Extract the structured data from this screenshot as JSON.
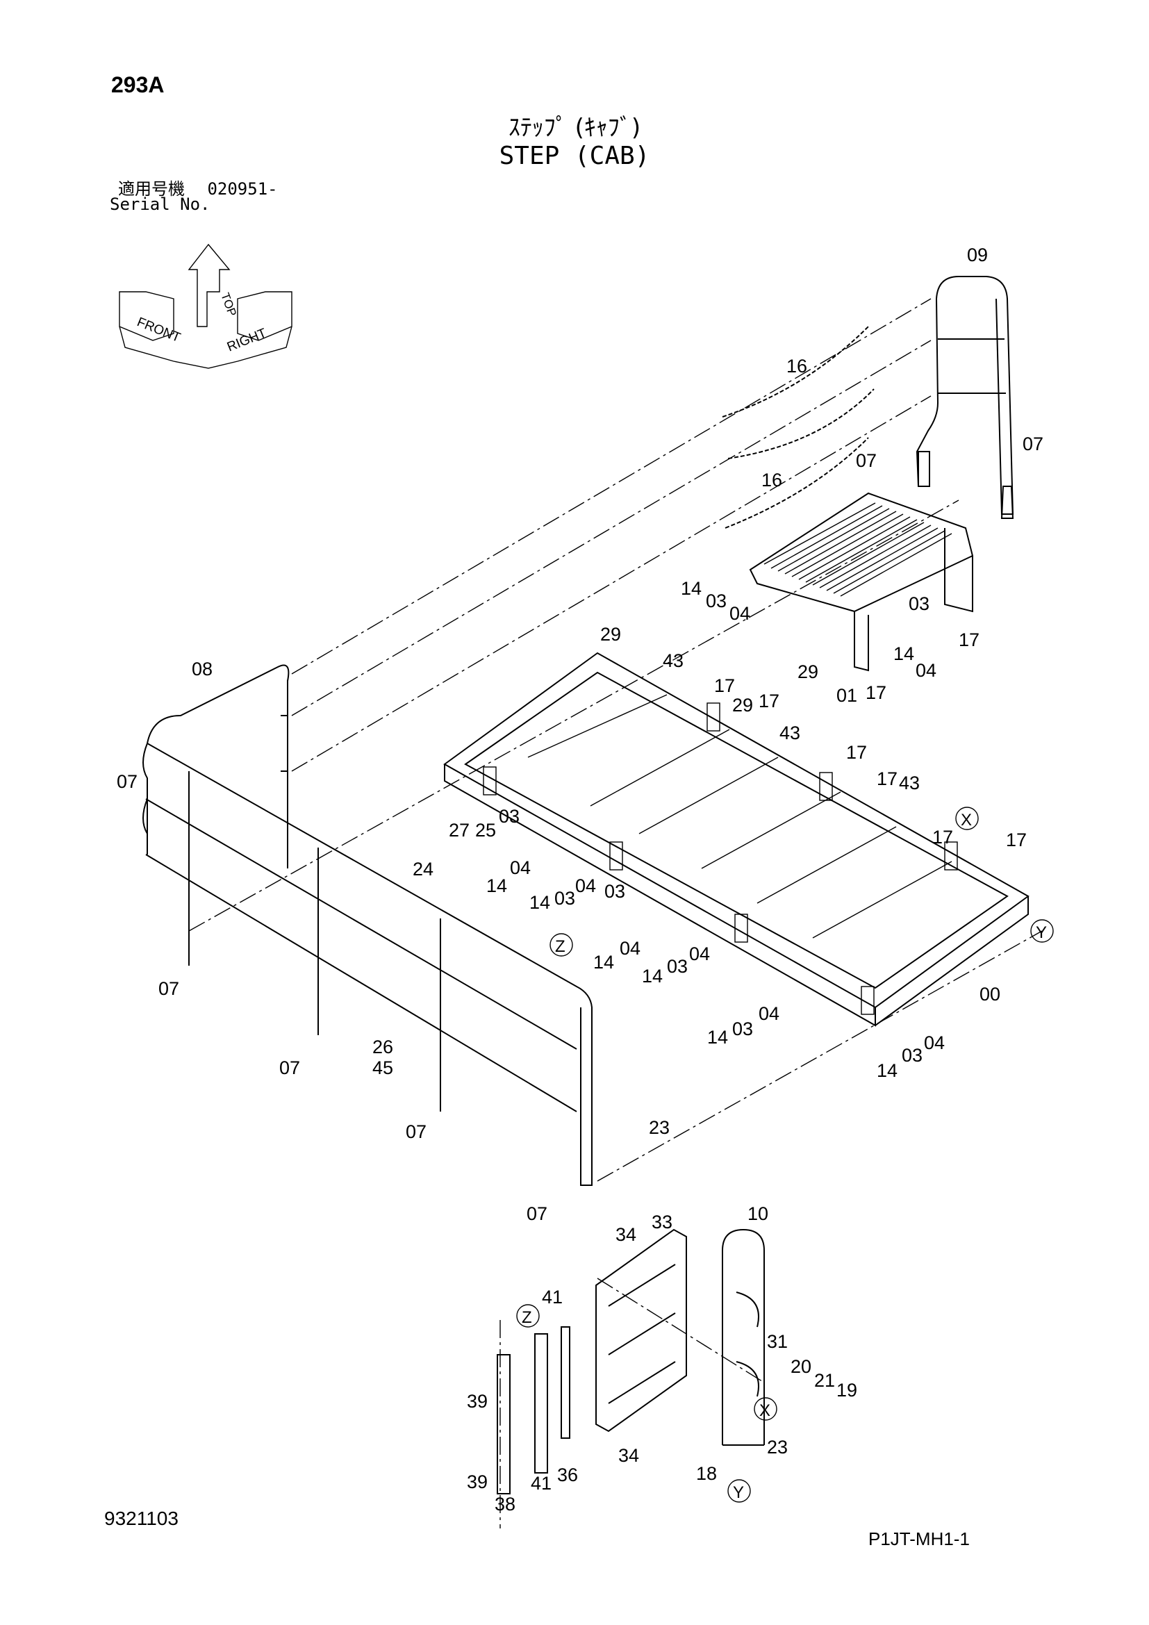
{
  "header": {
    "page_code": "293A",
    "title_jp": "ｽﾃｯﾌﾟ (ｷｬﾌﾞ)",
    "title_en": "STEP (CAB)",
    "serial_label_jp": "適用号機",
    "serial_value": "020951-",
    "serial_label_en": "Serial No."
  },
  "orientation": {
    "top_label": "TOP",
    "front_label": "FRONT",
    "right_label": "RIGHT"
  },
  "callouts": [
    {
      "id": "c09",
      "text": "09"
    },
    {
      "id": "c16a",
      "text": "16"
    },
    {
      "id": "c16b",
      "text": "16"
    },
    {
      "id": "c07a",
      "text": "07"
    },
    {
      "id": "c07b",
      "text": "07"
    },
    {
      "id": "c14a",
      "text": "14"
    },
    {
      "id": "c03a",
      "text": "03"
    },
    {
      "id": "c04a",
      "text": "04"
    },
    {
      "id": "c03b",
      "text": "03"
    },
    {
      "id": "c17a",
      "text": "17"
    },
    {
      "id": "c14b",
      "text": "14"
    },
    {
      "id": "c04b",
      "text": "04"
    },
    {
      "id": "c29a",
      "text": "29"
    },
    {
      "id": "c01",
      "text": "01"
    },
    {
      "id": "c17b",
      "text": "17"
    },
    {
      "id": "c29b",
      "text": "29"
    },
    {
      "id": "c43a",
      "text": "43"
    },
    {
      "id": "c17c",
      "text": "17"
    },
    {
      "id": "c29c",
      "text": "29"
    },
    {
      "id": "c17d",
      "text": "17"
    },
    {
      "id": "c43b",
      "text": "43"
    },
    {
      "id": "c17e",
      "text": "17"
    },
    {
      "id": "c17f",
      "text": "17"
    },
    {
      "id": "c43c",
      "text": "43"
    },
    {
      "id": "c08",
      "text": "08"
    },
    {
      "id": "c07c",
      "text": "07"
    },
    {
      "id": "c17g",
      "text": "17"
    },
    {
      "id": "c17h",
      "text": "17"
    },
    {
      "id": "c27",
      "text": "27"
    },
    {
      "id": "c25",
      "text": "25"
    },
    {
      "id": "c03c",
      "text": "03"
    },
    {
      "id": "c24",
      "text": "24"
    },
    {
      "id": "c04c",
      "text": "04"
    },
    {
      "id": "c14c",
      "text": "14"
    },
    {
      "id": "c14d",
      "text": "14"
    },
    {
      "id": "c03d",
      "text": "03"
    },
    {
      "id": "c04d",
      "text": "04"
    },
    {
      "id": "c03e",
      "text": "03"
    },
    {
      "id": "c14e",
      "text": "14"
    },
    {
      "id": "c04e",
      "text": "04"
    },
    {
      "id": "c14f",
      "text": "14"
    },
    {
      "id": "c03f",
      "text": "03"
    },
    {
      "id": "c04f",
      "text": "04"
    },
    {
      "id": "c00",
      "text": "00"
    },
    {
      "id": "c07d",
      "text": "07"
    },
    {
      "id": "c14g",
      "text": "14"
    },
    {
      "id": "c03g",
      "text": "03"
    },
    {
      "id": "c04g",
      "text": "04"
    },
    {
      "id": "c07e",
      "text": "07"
    },
    {
      "id": "c26",
      "text": "26"
    },
    {
      "id": "c45",
      "text": "45"
    },
    {
      "id": "c14h",
      "text": "14"
    },
    {
      "id": "c03h",
      "text": "03"
    },
    {
      "id": "c04h",
      "text": "04"
    },
    {
      "id": "c07f",
      "text": "07"
    },
    {
      "id": "c23a",
      "text": "23"
    },
    {
      "id": "c07g",
      "text": "07"
    },
    {
      "id": "c34a",
      "text": "34"
    },
    {
      "id": "c33",
      "text": "33"
    },
    {
      "id": "c10",
      "text": "10"
    },
    {
      "id": "c41a",
      "text": "41"
    },
    {
      "id": "c31",
      "text": "31"
    },
    {
      "id": "c20",
      "text": "20"
    },
    {
      "id": "c21",
      "text": "21"
    },
    {
      "id": "c19",
      "text": "19"
    },
    {
      "id": "c39a",
      "text": "39"
    },
    {
      "id": "c34b",
      "text": "34"
    },
    {
      "id": "c18",
      "text": "18"
    },
    {
      "id": "c23b",
      "text": "23"
    },
    {
      "id": "c39b",
      "text": "39"
    },
    {
      "id": "c41b",
      "text": "41"
    },
    {
      "id": "c36",
      "text": "36"
    },
    {
      "id": "c38",
      "text": "38"
    }
  ],
  "view_markers": {
    "x": "X",
    "y": "Y",
    "z": "Z"
  },
  "footer": {
    "doc_number": "9321103",
    "sheet_code": "P1JT-MH1-1"
  }
}
